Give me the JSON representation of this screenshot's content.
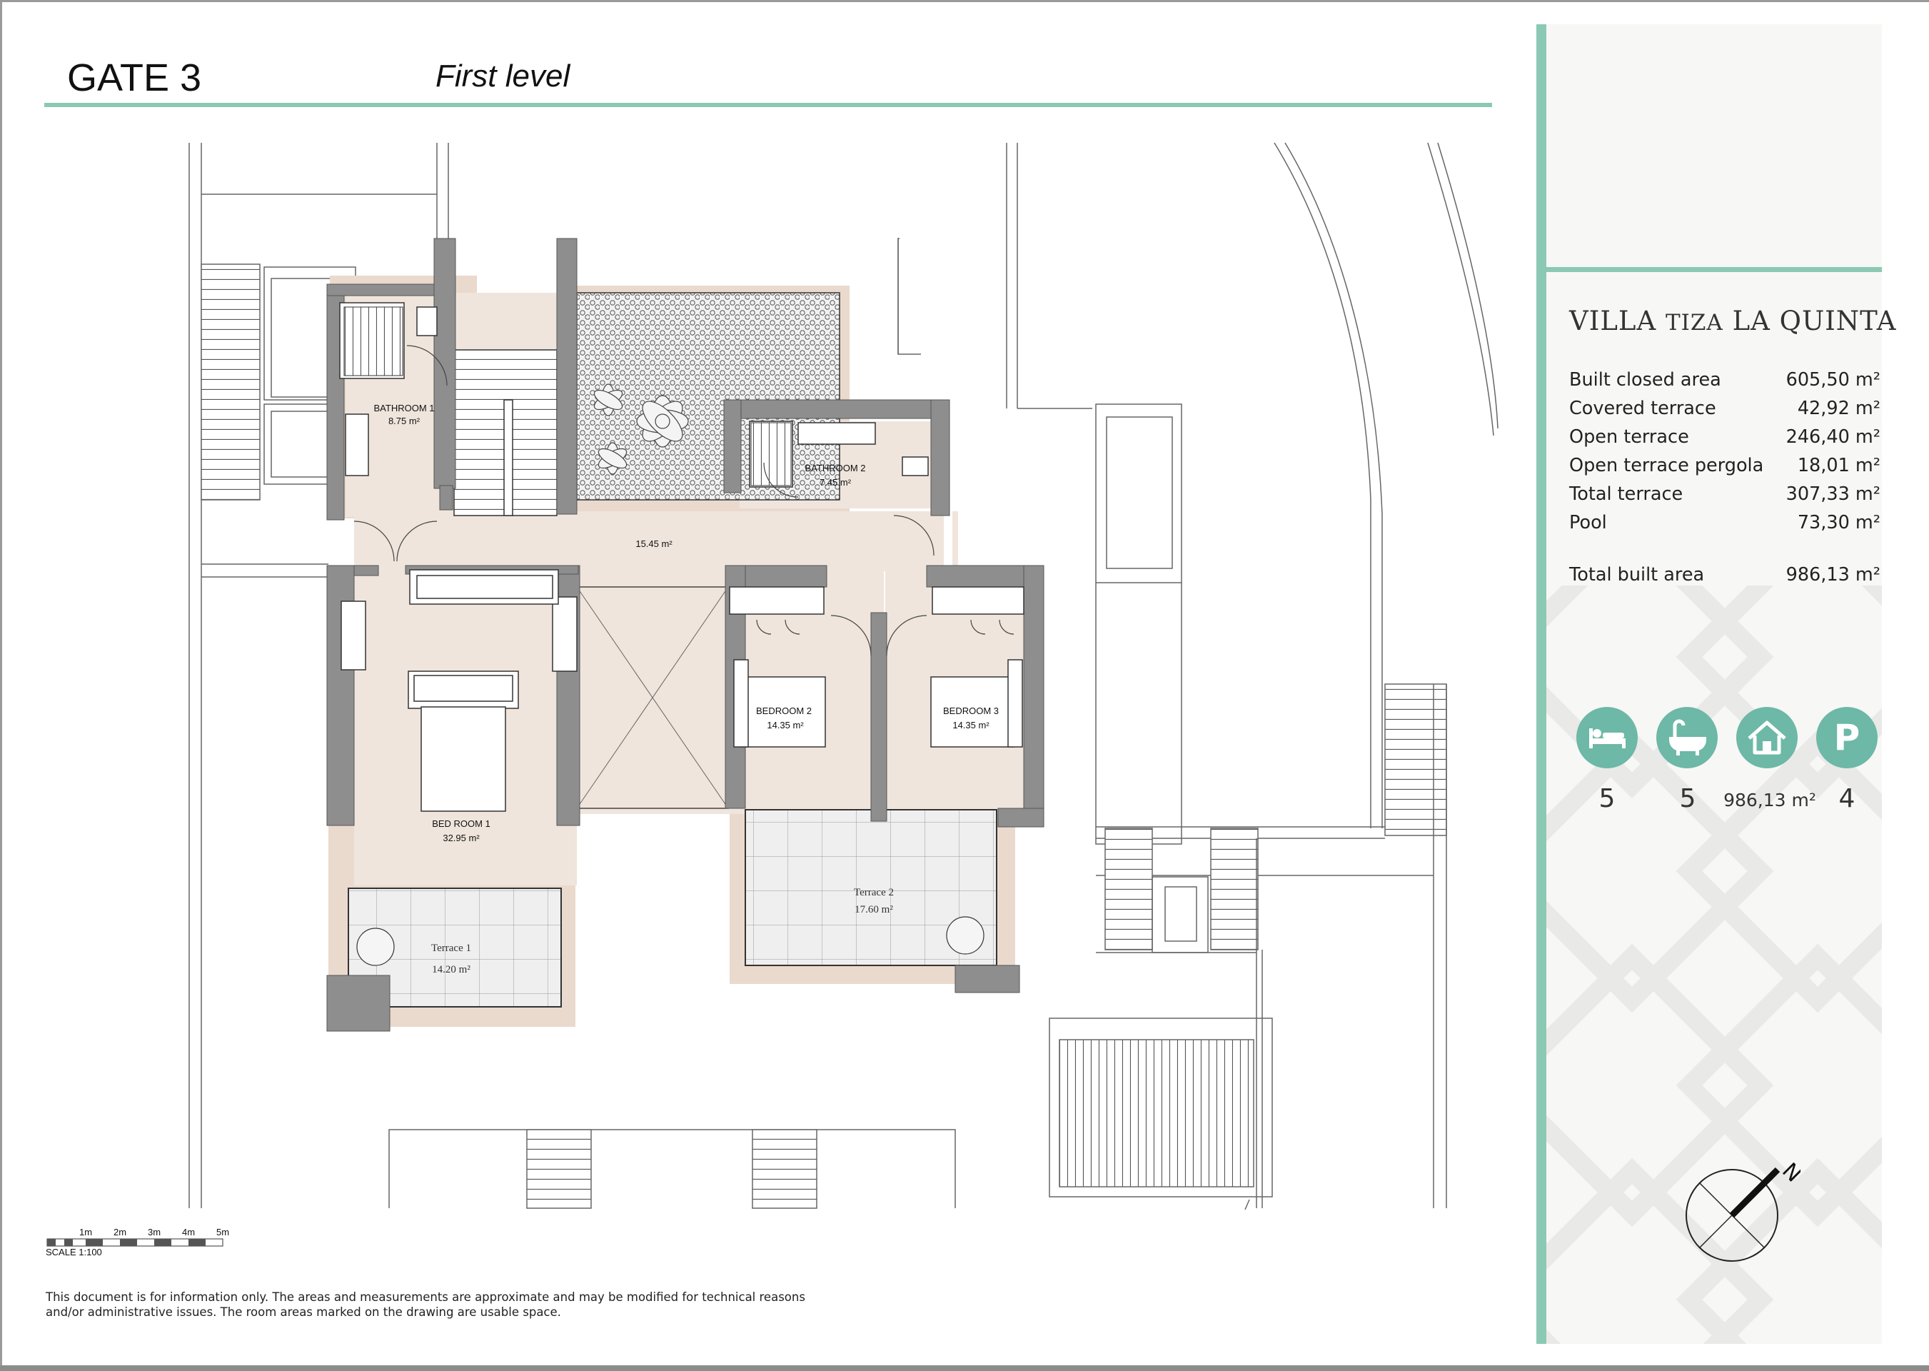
{
  "header": {
    "gate": "GATE 3",
    "level": "First level"
  },
  "rooms": {
    "bathroom1": {
      "name": "BATHROOM 1",
      "area": "8.75 m²"
    },
    "bathroom2": {
      "name": "BATHROOM 2",
      "area": "7.45 m²"
    },
    "hall": {
      "area": "15.45 m²"
    },
    "bedroom1": {
      "name": "BED ROOM 1",
      "area": "32.95 m²"
    },
    "bedroom2": {
      "name": "BEDROOM 2",
      "area": "14.35 m²"
    },
    "bedroom3": {
      "name": "BEDROOM 3",
      "area": "14.35 m²"
    },
    "terrace1": {
      "name": "Terrace 1",
      "area": "14.20 m²"
    },
    "terrace2": {
      "name": "Terrace 2",
      "area": "17.60 m²"
    }
  },
  "scale": {
    "ticks": [
      "1m",
      "2m",
      "3m",
      "4m",
      "5m"
    ],
    "label": "SCALE 1:100"
  },
  "disclaimer": {
    "line1": "This document is for information only. The areas and measurements are approximate and may be modified for technical reasons",
    "line2": "and/or administrative issues. The room areas marked on the drawing are usable space."
  },
  "villa": {
    "title_part1": "VILLA",
    "title_part2": "TIZA",
    "title_part3": "LA QUINTA"
  },
  "areas": [
    {
      "label": "Built closed area",
      "value": "605,50 m²"
    },
    {
      "label": "Covered terrace",
      "value": "42,92 m²"
    },
    {
      "label": "Open terrace",
      "value": "246,40 m²"
    },
    {
      "label": "Open terrace pergola",
      "value": "18,01 m²"
    },
    {
      "label": "Total terrace",
      "value": "307,33 m²"
    },
    {
      "label": "Pool",
      "value": "73,30 m²"
    }
  ],
  "total_area": {
    "label": "Total built area",
    "value": "986,13 m²"
  },
  "features": {
    "bedrooms": "5",
    "bathrooms": "5",
    "built_area": "986,13 m²",
    "parking": "4",
    "parking_symbol": "P",
    "icons": [
      "bed-icon",
      "bath-icon",
      "house-icon",
      "parking-icon"
    ]
  },
  "compass": {
    "north_label": "N"
  },
  "colors": {
    "accent": "#8cc9b4",
    "icon_fill": "#6db8a6",
    "wall": "#8e8e8e",
    "floor": "#efe5dc",
    "terrace_border": "#ead9cd"
  }
}
